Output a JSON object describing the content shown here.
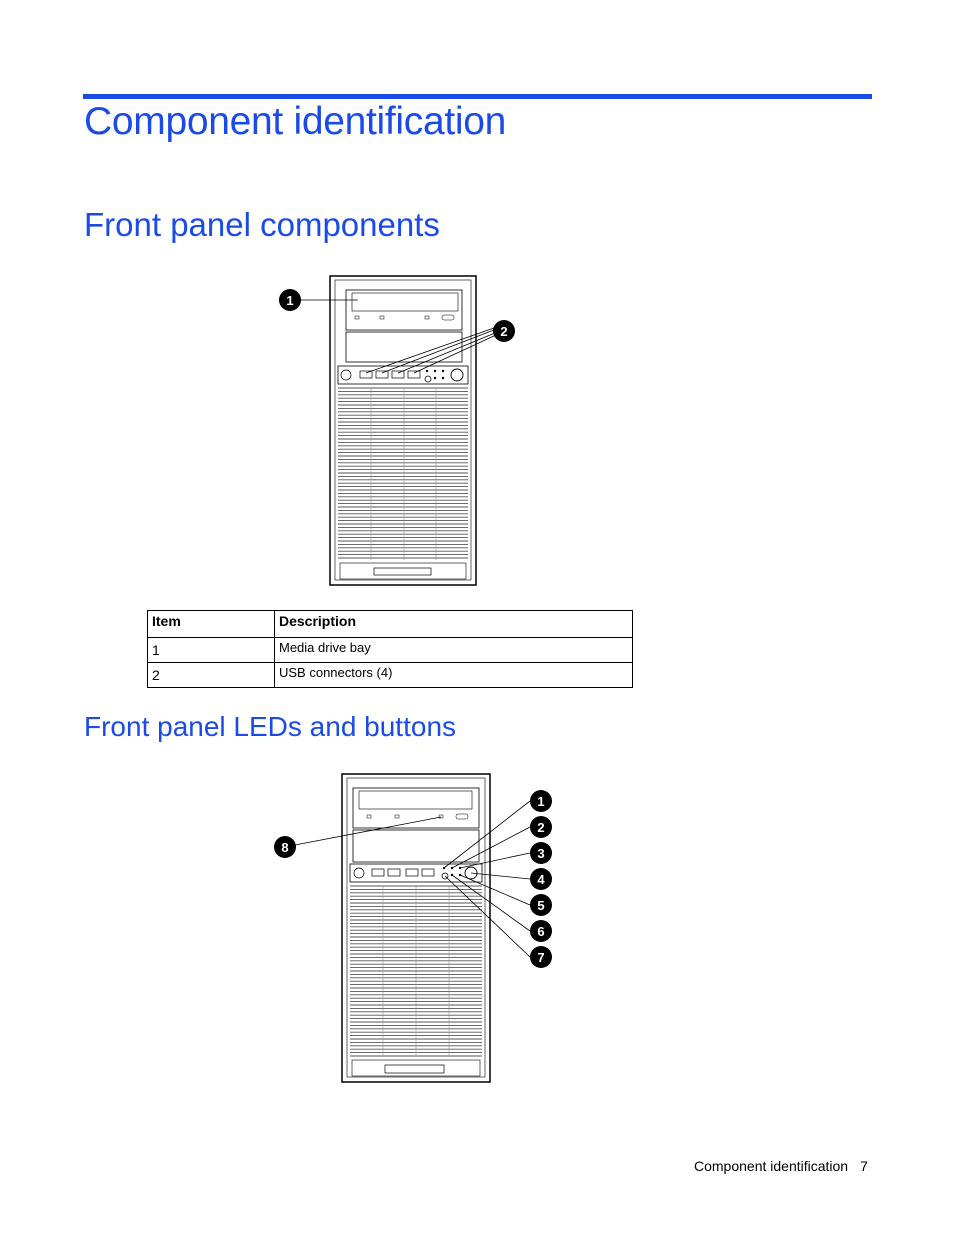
{
  "doc": {
    "chapter_title": "Component identification",
    "section_front_panel": "Front panel components",
    "section_leds": "Front panel LEDs and buttons"
  },
  "components_table": {
    "headers": [
      "Item",
      "Description"
    ],
    "rows": [
      {
        "item": "1",
        "description": "Media drive bay"
      },
      {
        "item": "2",
        "description": "USB connectors (4)"
      }
    ]
  },
  "figure1": {
    "callouts": [
      "1",
      "2"
    ]
  },
  "figure2": {
    "callouts": [
      "1",
      "2",
      "3",
      "4",
      "5",
      "6",
      "7",
      "8"
    ]
  },
  "footer": {
    "section": "Component identification",
    "page_number": "7"
  },
  "colors": {
    "heading": "#1a4be8",
    "rule": "#1a4be8"
  }
}
